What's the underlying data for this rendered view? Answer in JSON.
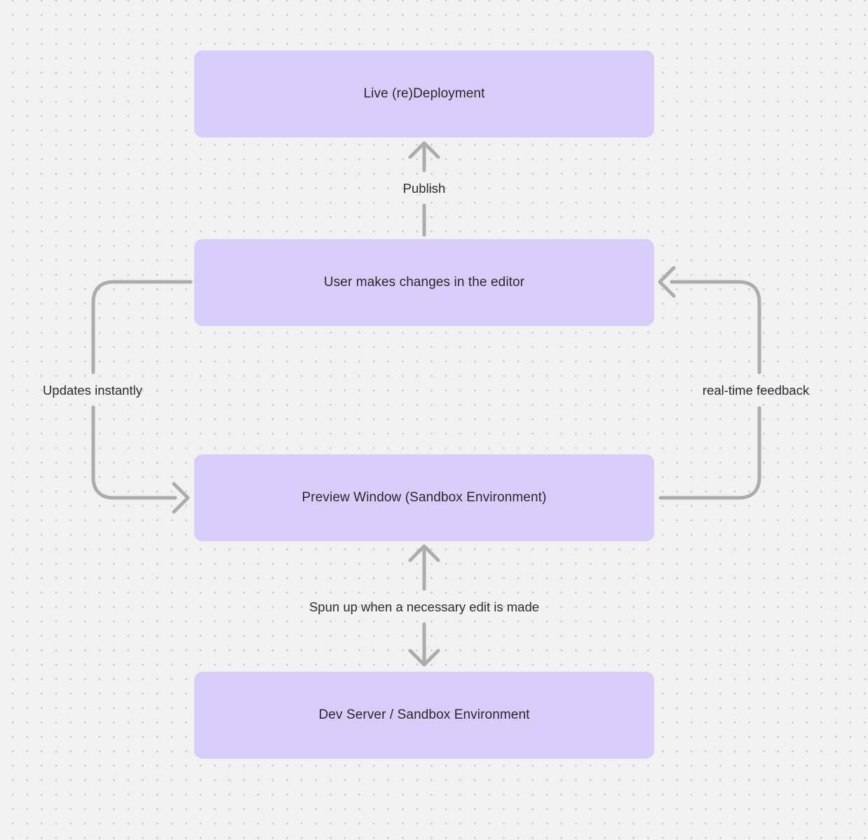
{
  "diagram": {
    "type": "flowchart",
    "nodes": [
      {
        "id": "live-redeployment",
        "label": "Live (re)Deployment"
      },
      {
        "id": "user-changes",
        "label": "User makes changes in the editor"
      },
      {
        "id": "preview-window",
        "label": "Preview Window (Sandbox Environment)"
      },
      {
        "id": "dev-server",
        "label": "Dev Server / Sandbox Environment"
      }
    ],
    "edges": [
      {
        "id": "publish",
        "label": "Publish",
        "from": "user-changes",
        "to": "live-redeployment",
        "direction": "up"
      },
      {
        "id": "updates-instantly",
        "label": "Updates instantly",
        "from": "user-changes",
        "to": "preview-window",
        "direction": "left-loop-down"
      },
      {
        "id": "real-time-feedback",
        "label": "real-time feedback",
        "from": "preview-window",
        "to": "user-changes",
        "direction": "right-loop-up"
      },
      {
        "id": "spun-up",
        "label": "Spun up when a necessary edit is made",
        "from": "preview-window",
        "to": "dev-server",
        "direction": "bidirectional"
      }
    ],
    "colors": {
      "node_fill": "#d7cdf8",
      "edge_stroke": "#acacac",
      "text": "#28282e",
      "background": "#f2f1f1",
      "grid_dot": "#c7c5c7"
    }
  }
}
